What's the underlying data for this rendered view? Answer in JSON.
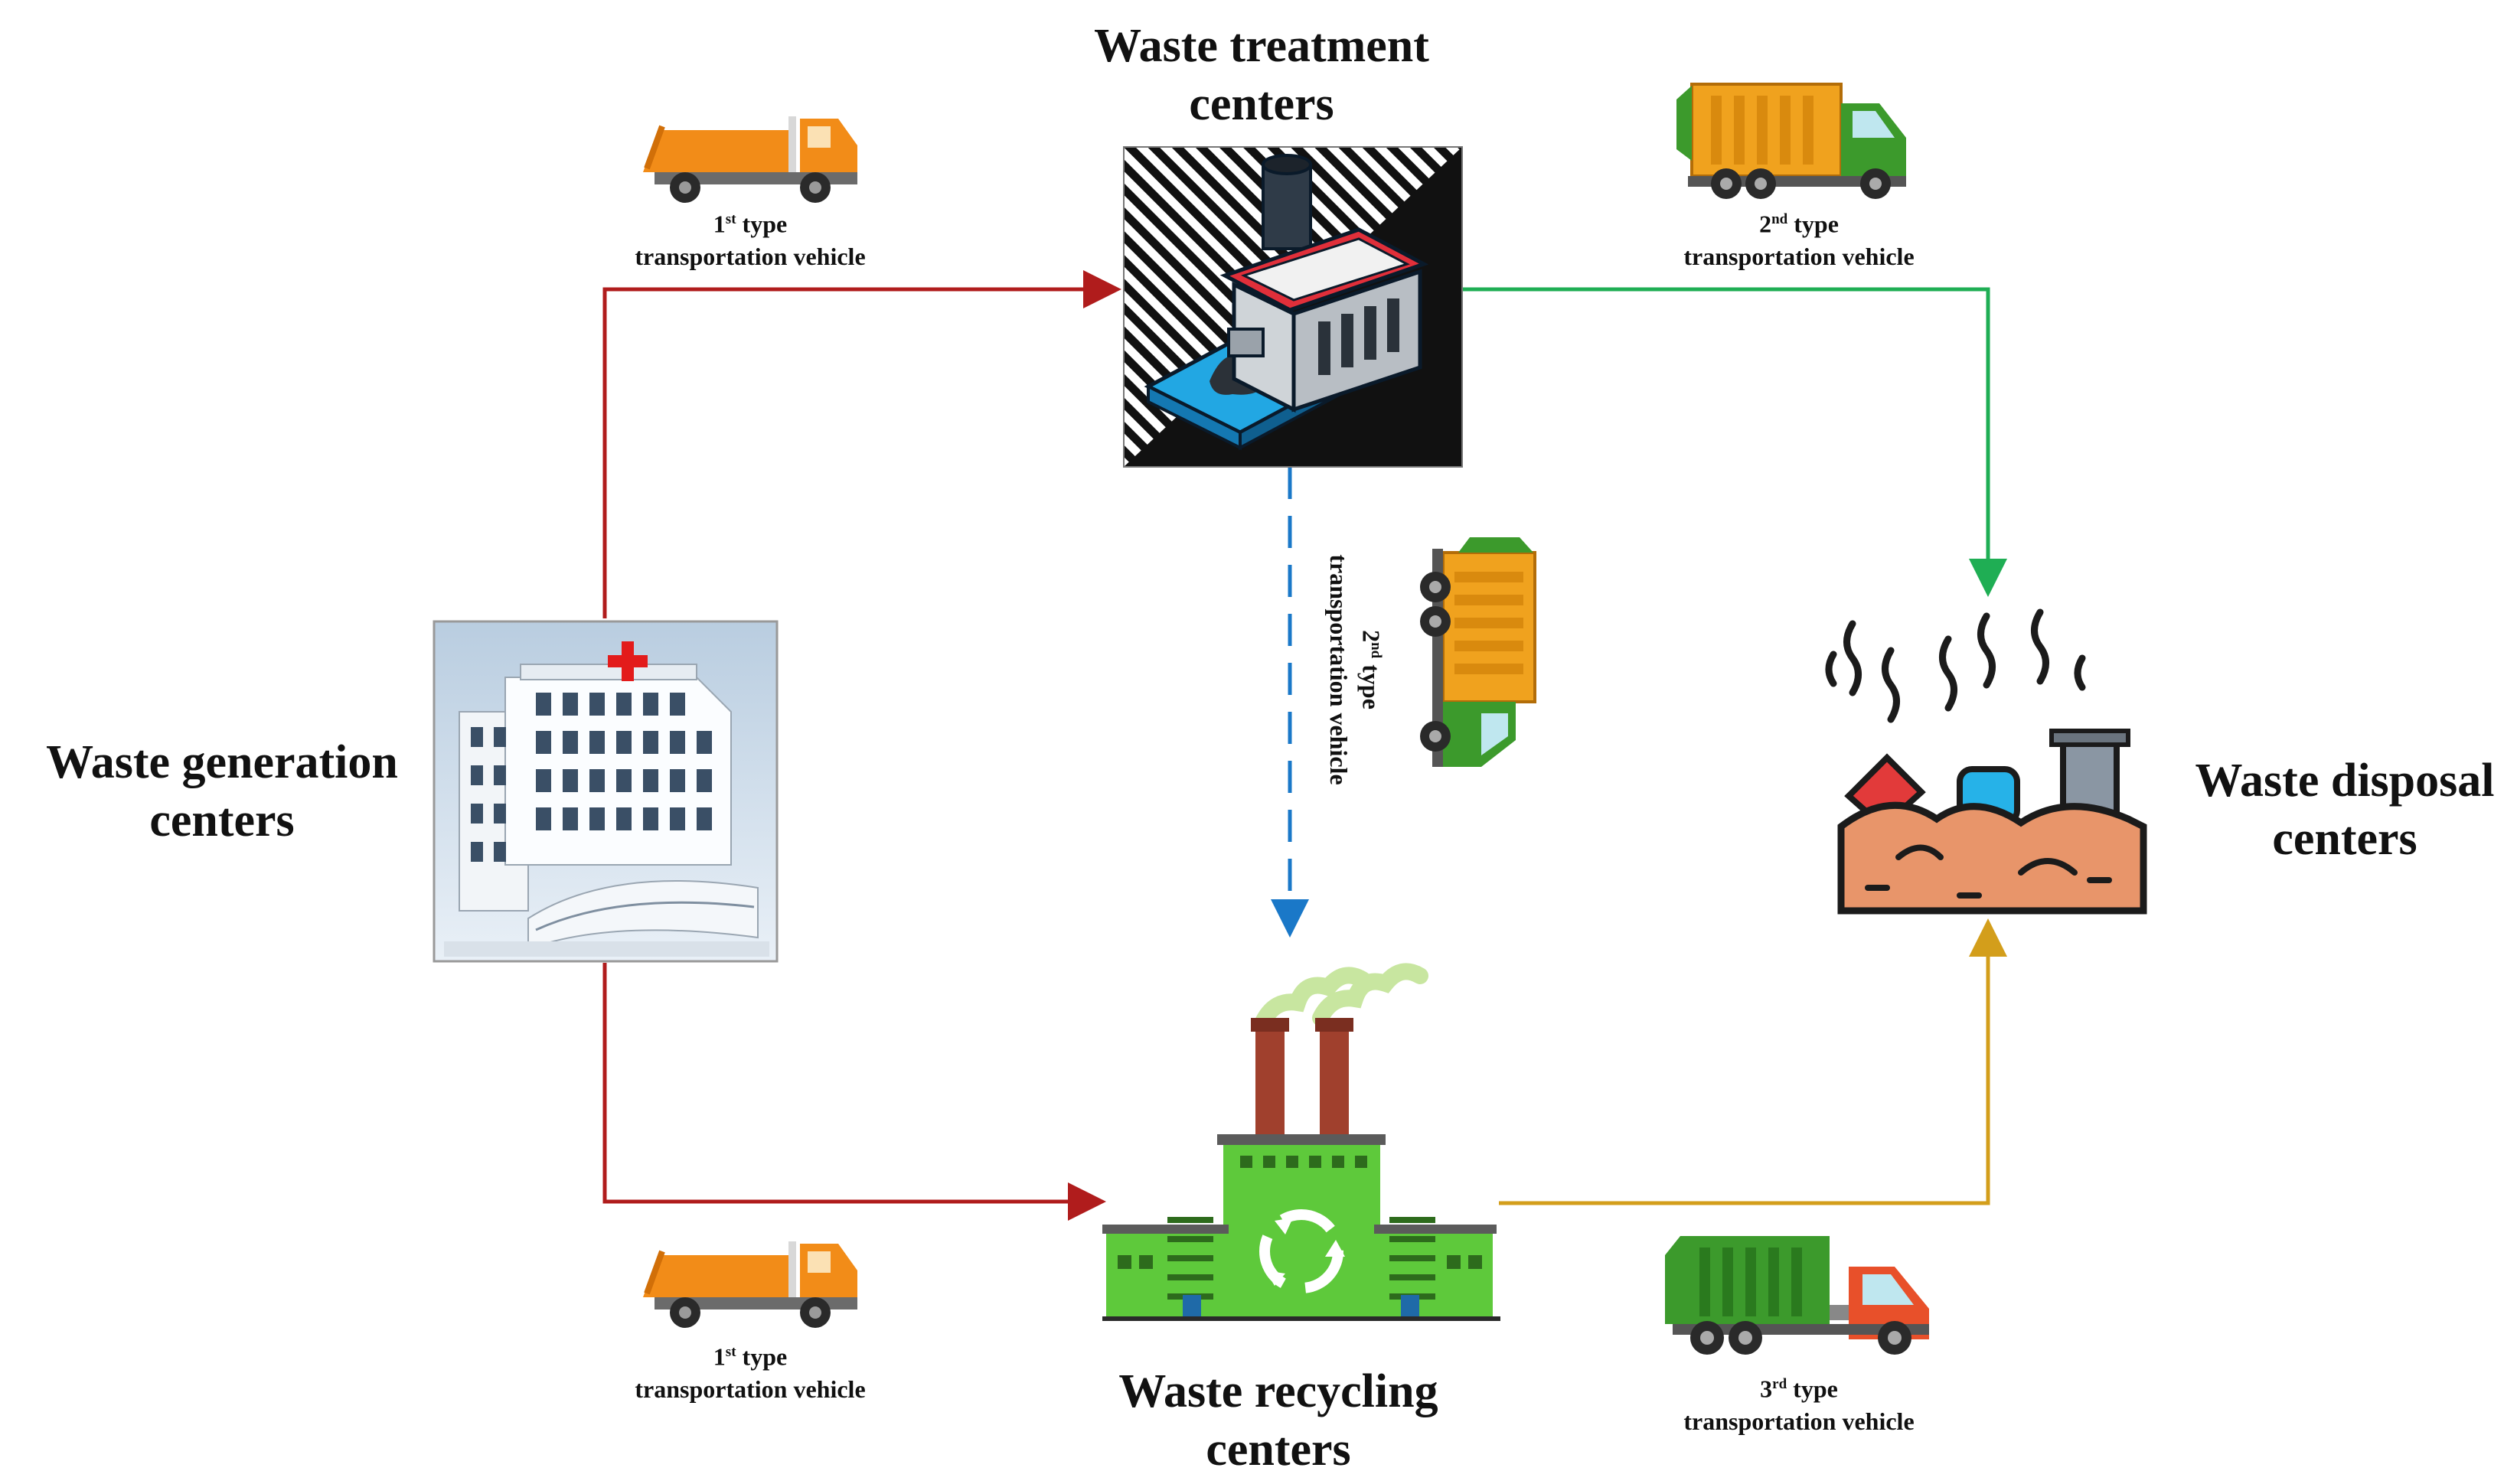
{
  "centers": {
    "treatment": {
      "line1": "Waste treatment",
      "line2": "centers"
    },
    "generation": {
      "line1": "Waste generation",
      "line2": "centers"
    },
    "disposal": {
      "line1": "Waste disposal",
      "line2": "centers"
    },
    "recycling": {
      "line1": "Waste recycling",
      "line2": "centers"
    }
  },
  "vehicle_labels": {
    "gen_to_treat": {
      "ordinal": "1",
      "suffix": "st",
      "type": "type",
      "name": "transportation vehicle"
    },
    "treat_to_disp": {
      "ordinal": "2",
      "suffix": "nd",
      "type": "type",
      "name": "transportation vehicle"
    },
    "treat_to_recy": {
      "ordinal": "2",
      "suffix": "nd",
      "type": "type",
      "name": "transportation vehicle"
    },
    "gen_to_recy": {
      "ordinal": "1",
      "suffix": "st",
      "type": "type",
      "name": "transportation vehicle"
    },
    "recy_to_disp": {
      "ordinal": "3",
      "suffix": "rd",
      "type": "type",
      "name": "transportation vehicle"
    }
  },
  "colors": {
    "flow_type1": "#b01c1c",
    "flow_type2_solid": "#1fae54",
    "flow_type2_dashed": "#1a78c8",
    "flow_type3": "#d39e1b",
    "truck_orange": "#f28c18",
    "truck_green": "#3c9a2c",
    "truck_red": "#e8502a"
  },
  "icons": {
    "hospital": "hospital-building-icon",
    "treatment": "waste-treatment-plant-icon",
    "recycling": "recycling-factory-icon",
    "disposal": "landfill-icon",
    "truck1": "garbage-truck-orange-icon",
    "truck2": "garbage-truck-green-icon",
    "truck3": "garbage-truck-red-icon"
  }
}
